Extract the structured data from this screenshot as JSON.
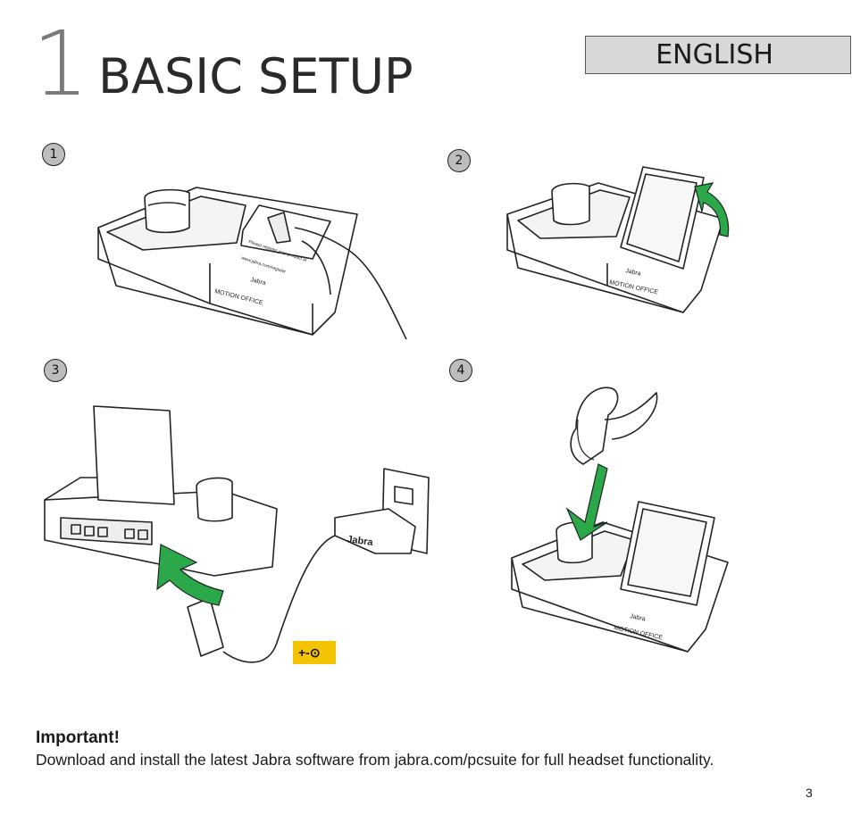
{
  "header": {
    "section_number": "1",
    "title": "BASIC SETUP",
    "language": "ENGLISH"
  },
  "steps": [
    {
      "number": "1"
    },
    {
      "number": "2"
    },
    {
      "number": "3"
    },
    {
      "number": "4"
    }
  ],
  "illustration": {
    "brand_line1": "Jabra",
    "brand_line2": "MOTION OFFICE",
    "label_text": "Please register your product at",
    "label_url": "www.jabra.com/register",
    "adapter_brand": "Jabra",
    "polarity_symbol": "+-⊙"
  },
  "footer": {
    "important_label": "Important!",
    "important_text": "Download and install the latest Jabra software from jabra.com/pcsuite for full headset functionality.",
    "page_number": "3"
  },
  "colors": {
    "arrow_green": "#2aa84a",
    "badge_gray": "#bdbdbd",
    "language_box": "#d8d8d8",
    "polarity_yellow": "#f5c400"
  }
}
